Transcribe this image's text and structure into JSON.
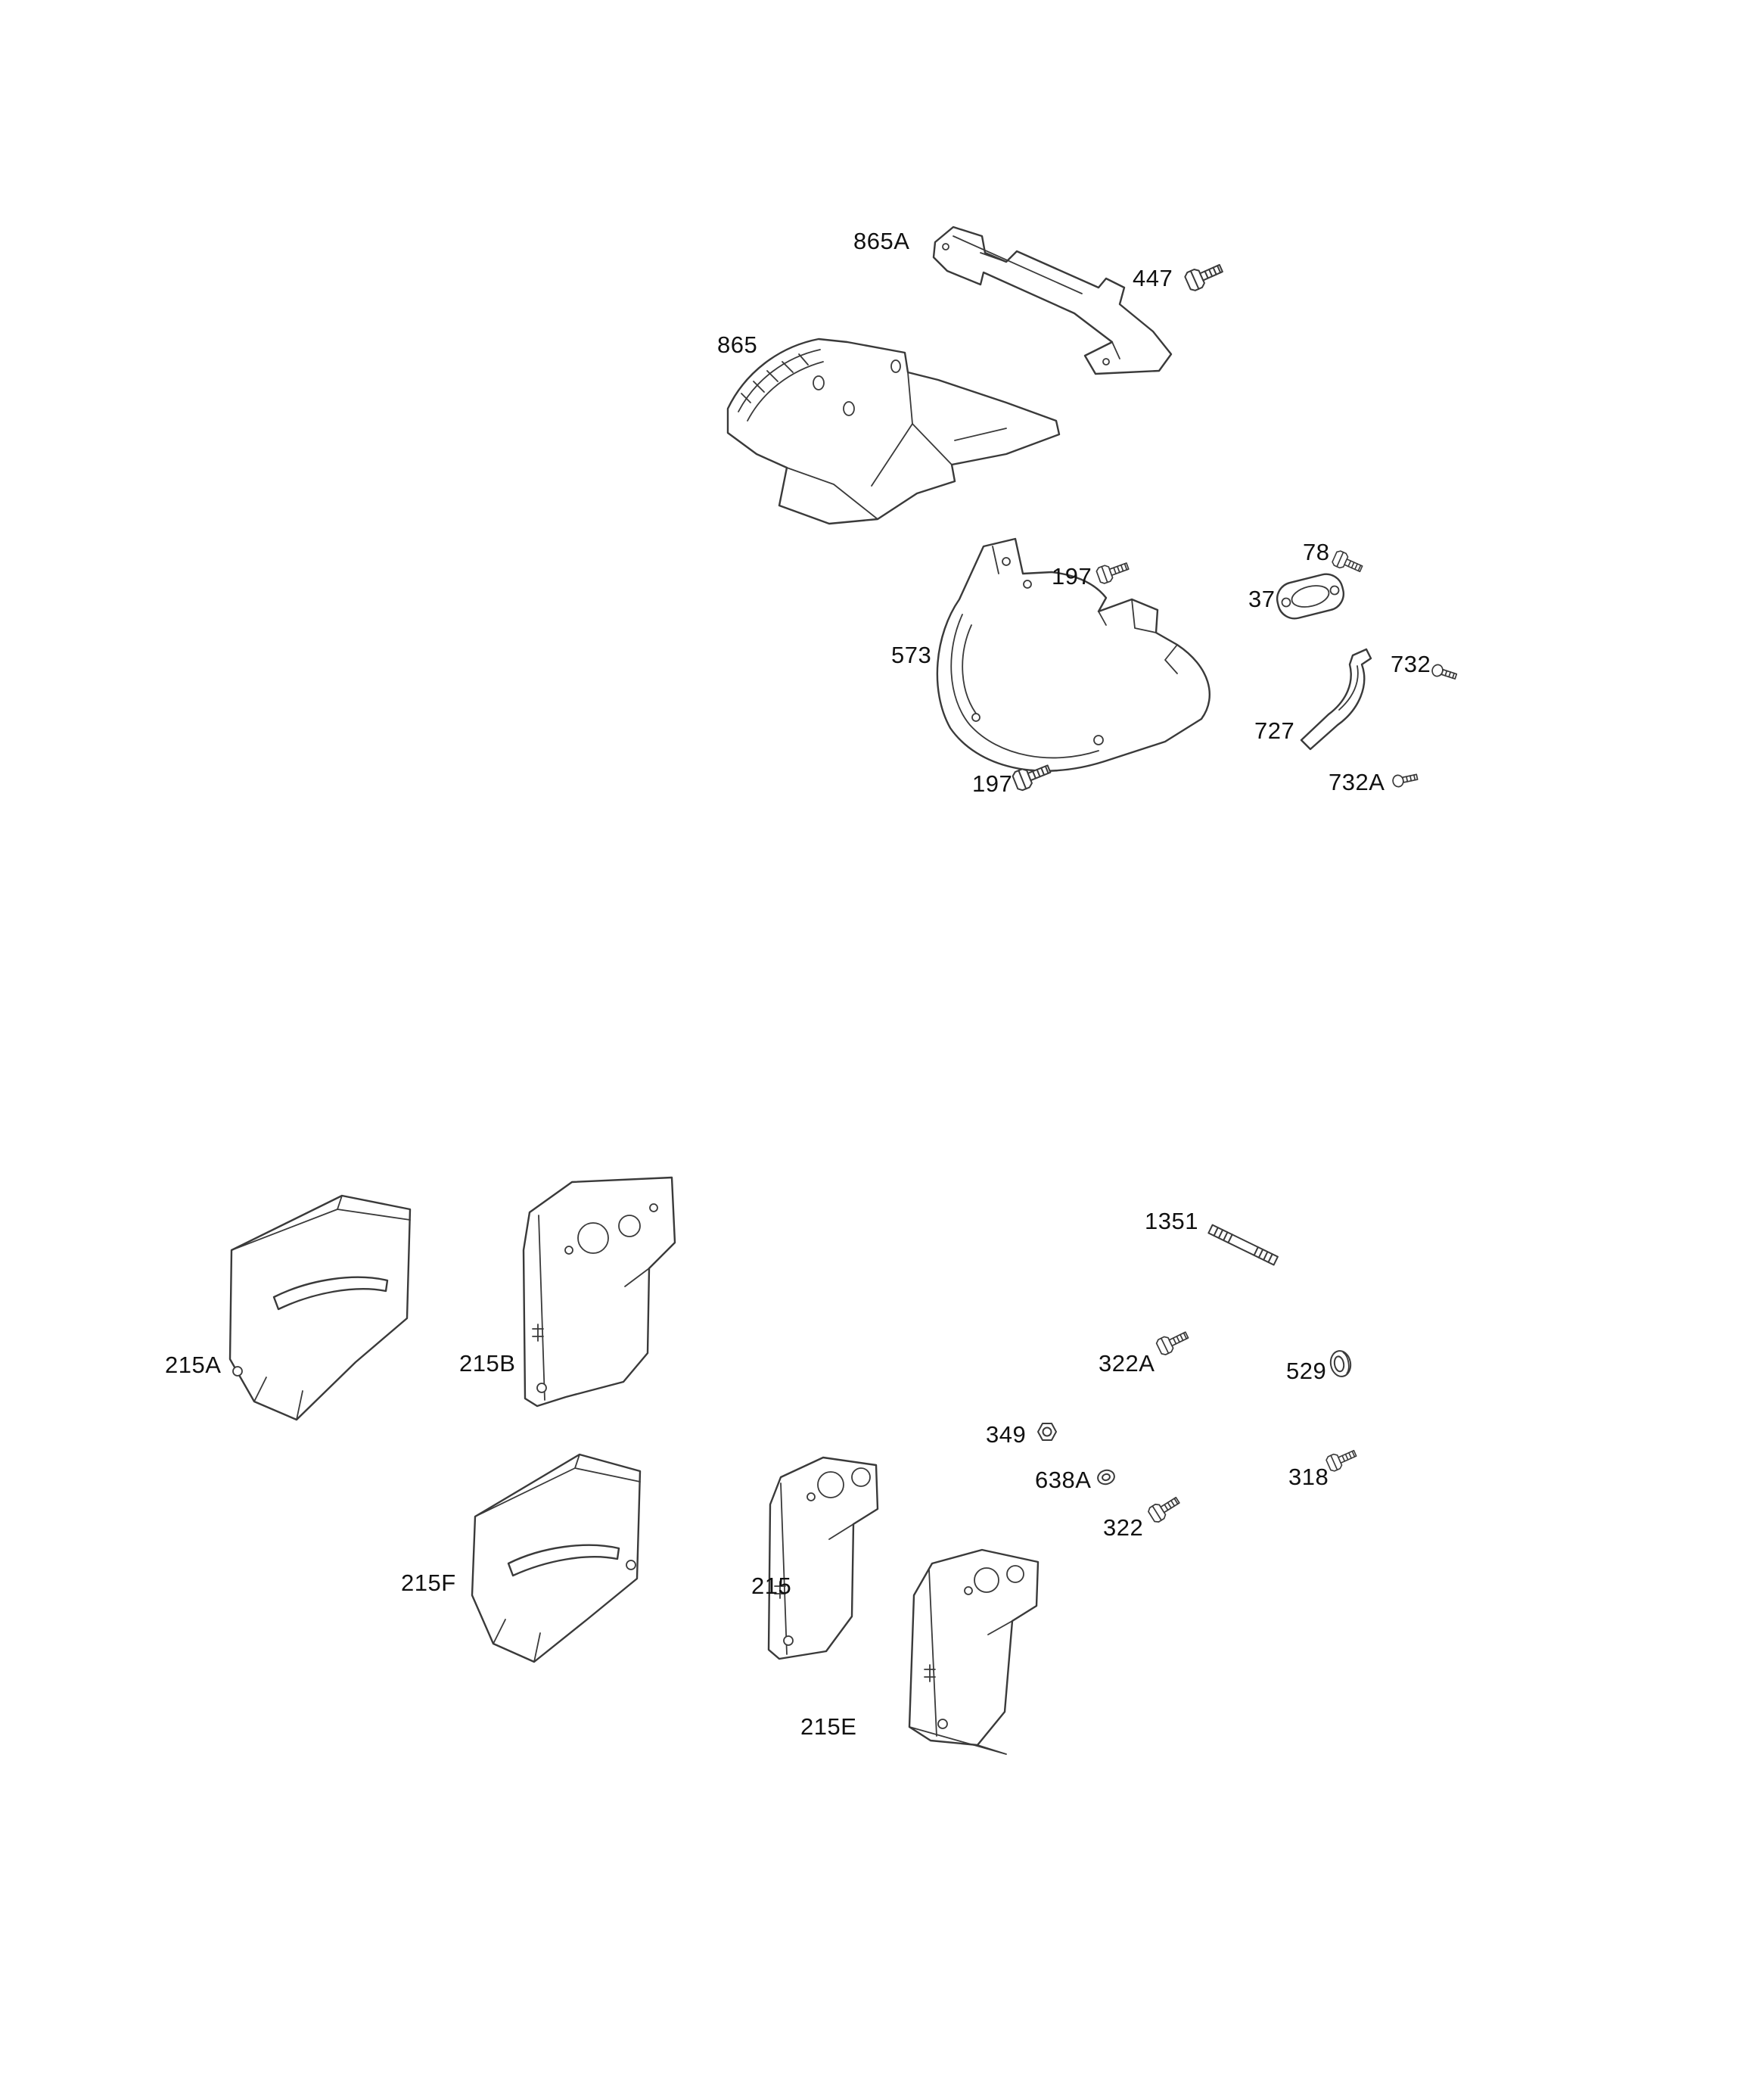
{
  "diagram": {
    "type": "exploded-parts-diagram",
    "description": "engine shields and blower housing parts diagram",
    "line_color": "#3a3a3a",
    "label_color": "#111111",
    "background_color": "#ffffff",
    "labels": [
      {
        "ref": "865A"
      },
      {
        "ref": "447"
      },
      {
        "ref": "865"
      },
      {
        "ref": "197"
      },
      {
        "ref": "78"
      },
      {
        "ref": "37"
      },
      {
        "ref": "573"
      },
      {
        "ref": "732"
      },
      {
        "ref": "727"
      },
      {
        "ref": "732A"
      },
      {
        "ref": "197"
      },
      {
        "ref": "1351"
      },
      {
        "ref": "215A"
      },
      {
        "ref": "215B"
      },
      {
        "ref": "322A"
      },
      {
        "ref": "529"
      },
      {
        "ref": "349"
      },
      {
        "ref": "638A"
      },
      {
        "ref": "318"
      },
      {
        "ref": "322"
      },
      {
        "ref": "215F"
      },
      {
        "ref": "215"
      },
      {
        "ref": "215E"
      }
    ]
  }
}
